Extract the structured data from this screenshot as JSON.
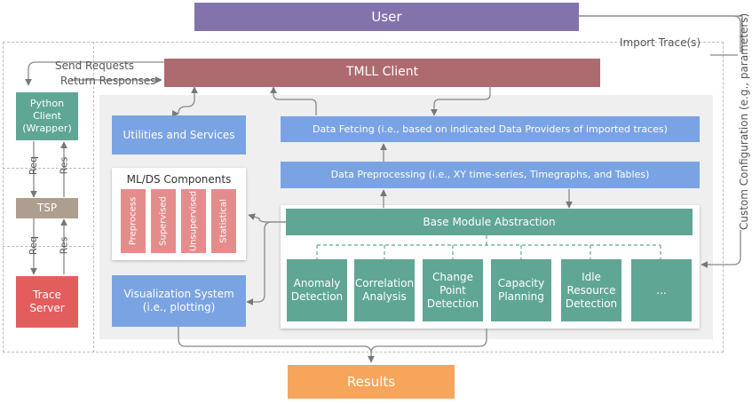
{
  "user": "User",
  "tmll_client": "TMLL Client",
  "import_traces": "Import Trace(s)",
  "send_requests": "Send Requests",
  "return_responses": "Return Responses",
  "python_client": [
    "Python",
    "Client",
    "(Wrapper)"
  ],
  "tsp": "TSP",
  "trace_server": [
    "Trace",
    "Server"
  ],
  "req_label": "Req",
  "res_label": "Res",
  "utilities": "Utilities and Services",
  "data_fetching": "Data Fetcing (i.e., based on indicated Data Providers of imported traces)",
  "data_preprocessing": "Data Preprocessing (i.e., XY time-series, Timegraphs, and Tables)",
  "ml_ds": {
    "title": "ML/DS Components",
    "items": [
      "Preprocess",
      "Supervised",
      "Unsupervised",
      "Statistical"
    ]
  },
  "base_module": "Base Module Abstraction",
  "modules": [
    [
      "Anomaly",
      "Detection"
    ],
    [
      "Correlation",
      "Analysis"
    ],
    [
      "Change",
      "Point",
      "Detection"
    ],
    [
      "Capacity",
      "Planning"
    ],
    [
      "Idle",
      "Resource",
      "Detection"
    ],
    [
      "..."
    ]
  ],
  "visualization": [
    "Visualization System",
    "(i.e., plotting)"
  ],
  "custom_config": "Custom Configuration (e.g., parameters)",
  "results": "Results",
  "colors": {
    "user": "#8373ad",
    "client": "#ad6b70",
    "teal": "#5fa695",
    "tsp": "#ad9e90",
    "server": "#e35d5d",
    "blue": "#7aa3e3",
    "pink": "#e48c8c",
    "results": "#f7a55b"
  }
}
